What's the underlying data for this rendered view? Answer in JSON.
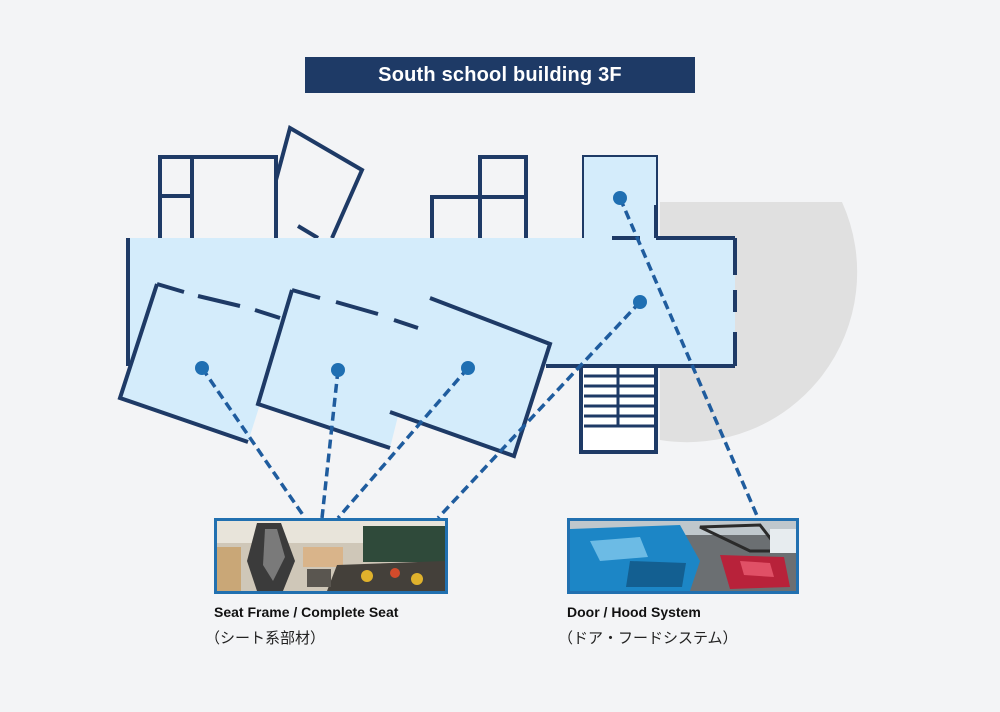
{
  "title": "South school building 3F",
  "colors": {
    "title_bg": "#1e3a66",
    "wall": "#1e3a66",
    "floor_fill": "#d4ecfb",
    "marker": "#1f6fb2",
    "leader": "#1f5c9e",
    "photo_border": "#2170b0",
    "grey_area": "#e0e0e0"
  },
  "exhibits": [
    {
      "id": "seat",
      "label_en": "Seat Frame / Complete Seat",
      "label_ja": "（シート系部材）",
      "image": "seat-frame-photo"
    },
    {
      "id": "door",
      "label_en": "Door / Hood System",
      "label_ja": "（ドア・フードシステム）",
      "image": "door-hood-photo"
    }
  ]
}
